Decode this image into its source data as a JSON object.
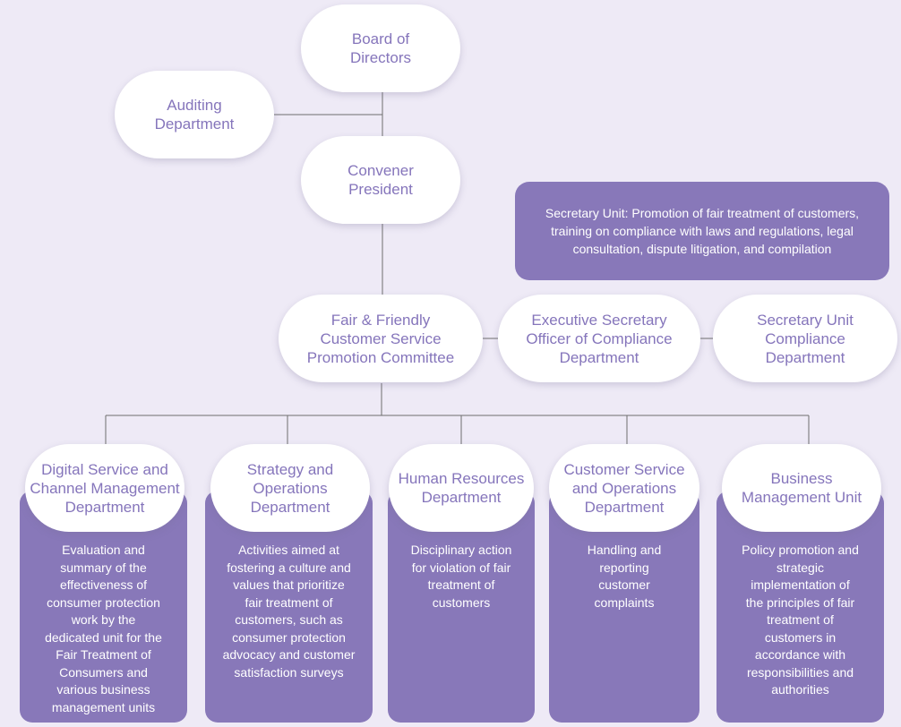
{
  "nodes": {
    "board": "Board of\nDirectors",
    "auditing": "Auditing\nDepartment",
    "convener": "Convener\nPresident",
    "committee": "Fair & Friendly\nCustomer Service\nPromotion Committee",
    "executive_secretary": "Executive Secretary\nOfficer of Compliance\nDepartment",
    "secretary_unit": "Secretary Unit\nCompliance\nDepartment"
  },
  "secretary_note": "Secretary Unit: Promotion of fair treatment of customers,\ntraining on compliance with laws and regulations, legal\nconsultation, dispute litigation, and compilation",
  "departments": [
    {
      "title": "Digital Service and\nChannel Management\nDepartment",
      "description": "Evaluation and\nsummary of the\neffectiveness of\nconsumer protection\nwork by the\ndedicated unit for the\nFair Treatment of\nConsumers and\nvarious business\nmanagement units"
    },
    {
      "title": "Strategy and\nOperations\nDepartment",
      "description": "Activities aimed at\nfostering a culture and\nvalues that prioritize\nfair treatment of\ncustomers, such as\nconsumer protection\nadvocacy and customer\nsatisfaction surveys"
    },
    {
      "title": "Human Resources\nDepartment",
      "description": "Disciplinary action\nfor violation of fair\ntreatment of\ncustomers"
    },
    {
      "title": "Customer Service\nand Operations\nDepartment",
      "description": "Handling and\nreporting\ncustomer\ncomplaints"
    },
    {
      "title": "Business\nManagement Unit",
      "description": "Policy promotion and\nstrategic\nimplementation of\nthe principles of fair\ntreatment of\ncustomers in\naccordance with\nresponsibilities and\nauthorities"
    }
  ]
}
